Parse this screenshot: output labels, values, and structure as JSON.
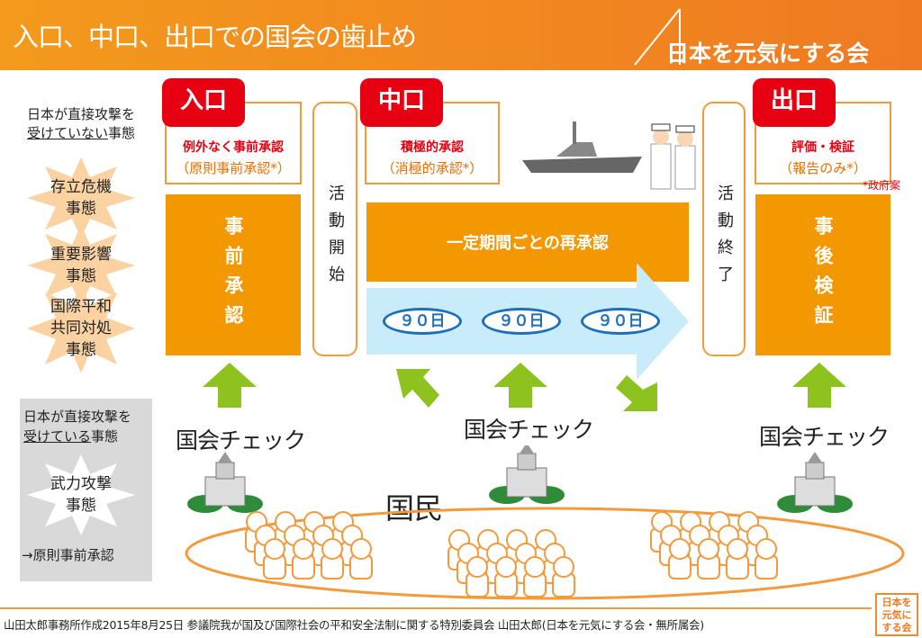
{
  "header": {
    "title": "入口、中口、出口での国会の歯止め",
    "logo": "日本を元気にする会"
  },
  "left": {
    "not_attacked": [
      "日本が直接攻撃を",
      "受けていない",
      "事態"
    ],
    "situations": [
      [
        "存立危機",
        "事態"
      ],
      [
        "重要影響",
        "事態"
      ],
      [
        "国際平和",
        "共同対処",
        "事態"
      ]
    ],
    "attacked": [
      "日本が直接攻撃を",
      "受けている",
      "事態"
    ],
    "armed_attack": [
      "武力攻撃",
      "事態"
    ],
    "attacked_rule": "→原則事前承認"
  },
  "entry": {
    "tab": "入口",
    "red": "例外なく事前承認",
    "orange": "（原則事前承認*）",
    "box": "事前承認"
  },
  "start": "活動開始",
  "middle": {
    "tab": "中口",
    "red": "積極的承認",
    "orange": "（消極的承認*）",
    "bar": "一定期間ごとの再承認",
    "periods": [
      "９０日",
      "９０日",
      "９０日"
    ]
  },
  "end": "活動終了",
  "exit": {
    "tab": "出口",
    "red": "評価・検証",
    "orange": "（報告のみ*）",
    "box": "事後検証",
    "note": "*政府案"
  },
  "check_label": [
    "国会チェック",
    "国会チェック",
    "国会チェック"
  ],
  "people_label": "国民",
  "footer": "山田太郎事務所作成2015年8月25日 参議院我が国及び国際社会の平和安全法制に関する特別委員会 山田太郎(日本を元気にする会・無所属会)",
  "mini_logo": [
    "日本を",
    "元気に",
    "する会"
  ],
  "colors": {
    "orange": "#f39800",
    "red": "#e60012",
    "blue": "#1e6fb8",
    "green": "#8dc21f"
  }
}
